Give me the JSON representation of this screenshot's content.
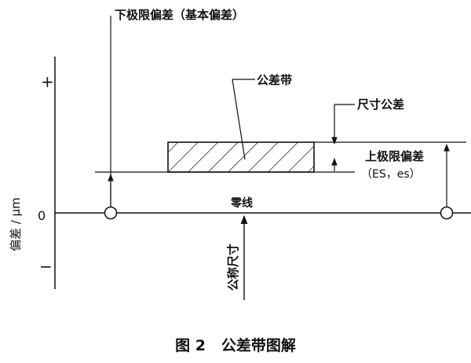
{
  "labels": {
    "lower_deviation": "下极限偏差（基本偏差）",
    "tolerance_zone": "公差带",
    "tolerance": "尺寸公差",
    "upper_deviation": "上极限偏差",
    "upper_deviation_symbols": "（ES，es）",
    "zero_line": "零线",
    "nominal_size": "公称尺寸",
    "axis_deviation": "偏差 / μm",
    "plus": "+",
    "minus": "−",
    "zero": "0"
  },
  "caption": "图 2   公差带图解",
  "colors": {
    "ink": "#111111",
    "background": "#ffffff"
  }
}
